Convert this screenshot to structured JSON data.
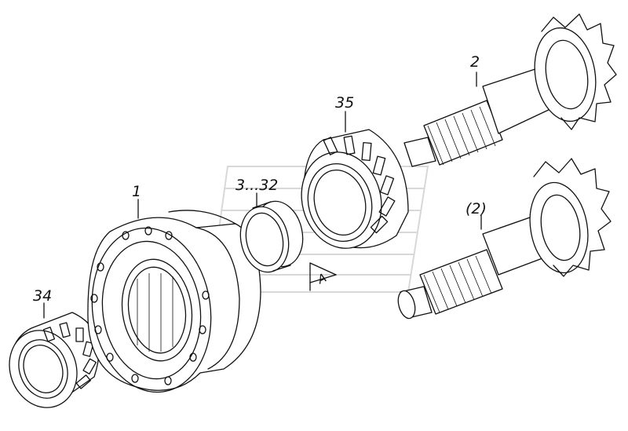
{
  "labels": {
    "part_1": "1",
    "part_2": "2",
    "part_2_alt": "(2)",
    "part_3_32": "3...32",
    "part_34": "34",
    "part_35": "35",
    "detail_a": "A"
  }
}
